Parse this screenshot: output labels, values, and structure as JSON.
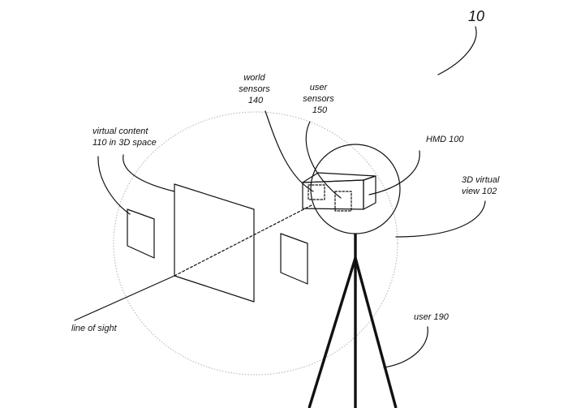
{
  "figure_number": "10",
  "labels": {
    "world_sensors": [
      "world",
      "sensors",
      "140"
    ],
    "user_sensors": [
      "user",
      "sensors",
      "150"
    ],
    "virtual_content": [
      "virtual content",
      "110 in 3D space"
    ],
    "hmd": "HMD 100",
    "virtual_view": [
      "3D virtual",
      "view 102"
    ],
    "line_of_sight": "line of sight",
    "user": "user 190"
  },
  "colors": {
    "ink": "#111111",
    "virtual_view_outline": "#b0b0b0"
  }
}
